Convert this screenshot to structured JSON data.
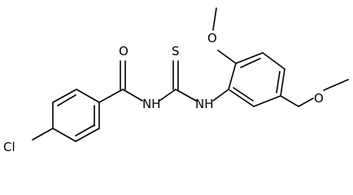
{
  "molecule": {
    "atoms": {
      "chlorine": "Cl",
      "carbonyl_oxygen": "O",
      "amide_nitrogen": "NH",
      "thio_sulfur": "S",
      "thio_nitrogen": "NH",
      "methoxy_oxygen_top": "O",
      "methoxy_oxygen_right": "O"
    }
  },
  "colors": {
    "ink": "#000000",
    "background": "#ffffff"
  }
}
